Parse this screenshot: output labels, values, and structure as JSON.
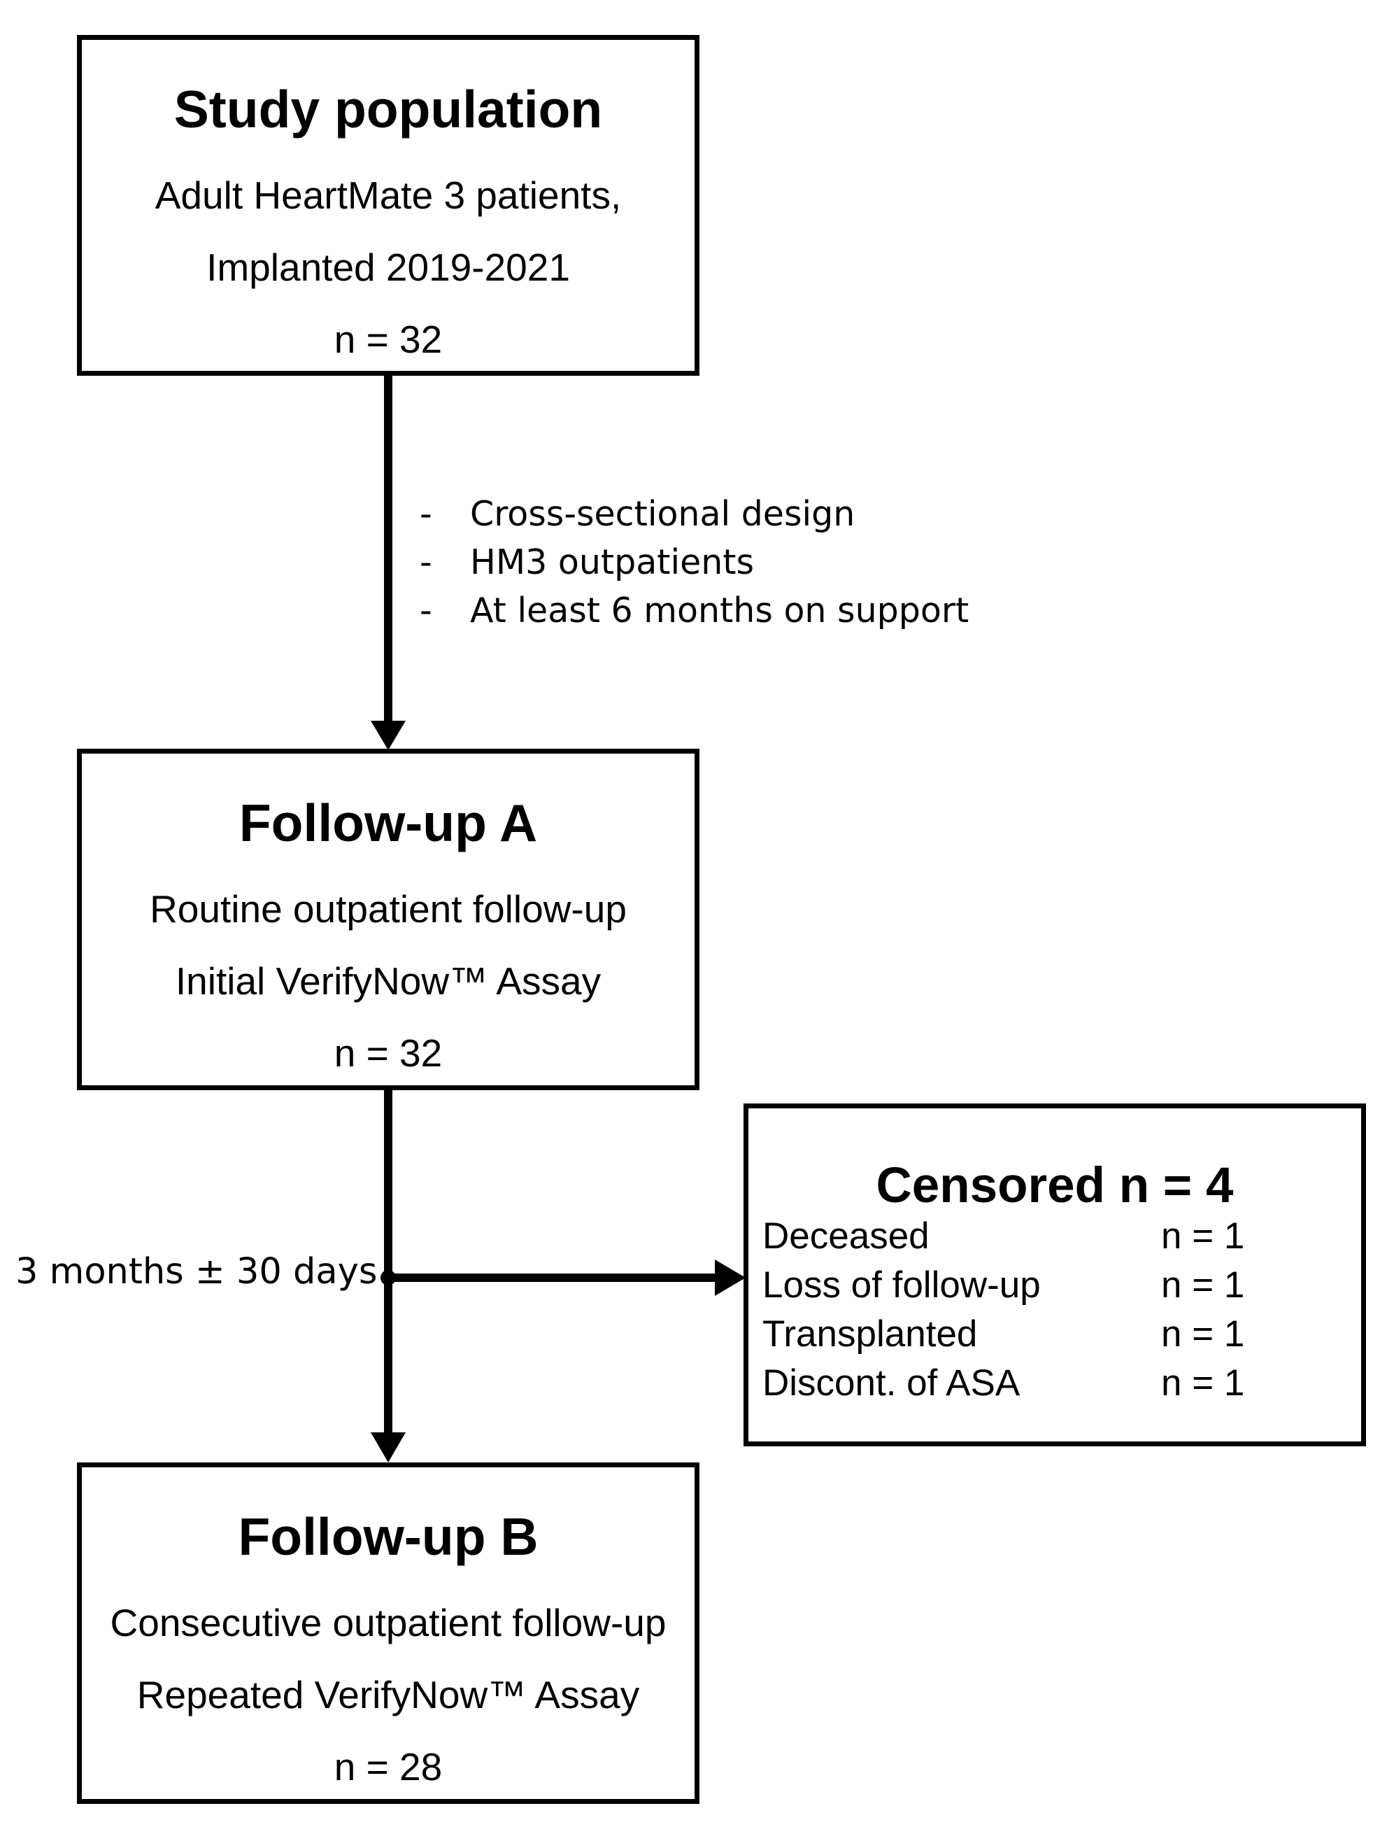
{
  "boxes": {
    "study": {
      "title": "Study population",
      "line1": "Adult HeartMate 3 patients,",
      "line2": "Implanted 2019-2021",
      "n": "n = 32"
    },
    "follow_a": {
      "title": "Follow-up A",
      "line1": "Routine outpatient follow-up",
      "line2": "Initial VerifyNow™ Assay",
      "n": "n = 32"
    },
    "follow_b": {
      "title": "Follow-up B",
      "line1": "Consecutive outpatient follow-up",
      "line2": "Repeated VerifyNow™ Assay",
      "n": "n = 28"
    },
    "censored": {
      "title": "Censored n = 4",
      "rows": [
        {
          "label": "Deceased",
          "value": "n = 1"
        },
        {
          "label": "Loss of follow-up",
          "value": "n = 1"
        },
        {
          "label": "Transplanted",
          "value": "n = 1"
        },
        {
          "label": "Discont. of ASA",
          "value": "n = 1"
        }
      ]
    }
  },
  "criteria": {
    "dash": "-",
    "items": [
      "Cross-sectional design",
      "HM3 outpatients",
      "At least 6 months on support"
    ]
  },
  "interval_label": "3 months ± 30 days"
}
